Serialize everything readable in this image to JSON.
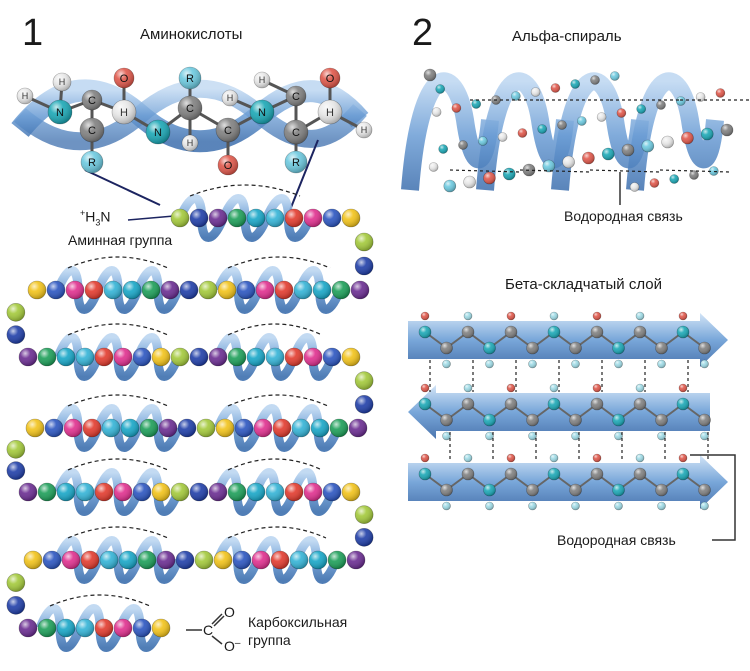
{
  "panel1": {
    "number": "1",
    "title": "Аминокислоты",
    "amino_group": {
      "plus": "+",
      "H": "H",
      "three": "3",
      "N": "N"
    },
    "amino_label": "Аминная группа",
    "carboxyl_label_1": "Карбоксильная",
    "carboxyl_label_2": "группа",
    "carboxyl_O1": "O",
    "carboxyl_O2": "O",
    "carboxyl_minus": "–",
    "carboxyl_C": "C",
    "backbone_atoms": [
      "H",
      "H",
      "N",
      "C",
      "C",
      "O",
      "H",
      "R",
      "R",
      "N",
      "C",
      "H",
      "C",
      "O",
      "H",
      "N",
      "C",
      "H",
      "C",
      "O",
      "H",
      "R",
      "H"
    ]
  },
  "panel2": {
    "number": "2",
    "alpha_title": "Альфа-спираль",
    "alpha_hbond_label": "Водородная связь",
    "beta_title": "Бета-складчатый слой",
    "beta_hbond_label": "Водородная связь"
  },
  "colors": {
    "ribbon": "#5b8fc9",
    "ribbon_light": "#a9c9ea",
    "bead_palette": [
      "#1f3ea8",
      "#17a6c7",
      "#e02f8e",
      "#a3c93a",
      "#1c9e58",
      "#e23a2d",
      "#f2c31a",
      "#6a2c91",
      "#33b3d6",
      "#2b55c0"
    ],
    "atom_N": "#1aa7b5",
    "atom_O": "#e0574a",
    "atom_C": "#808080",
    "atom_H": "#e8e8e8",
    "atom_R": "#6cc9df",
    "outline": "#1c2460"
  }
}
